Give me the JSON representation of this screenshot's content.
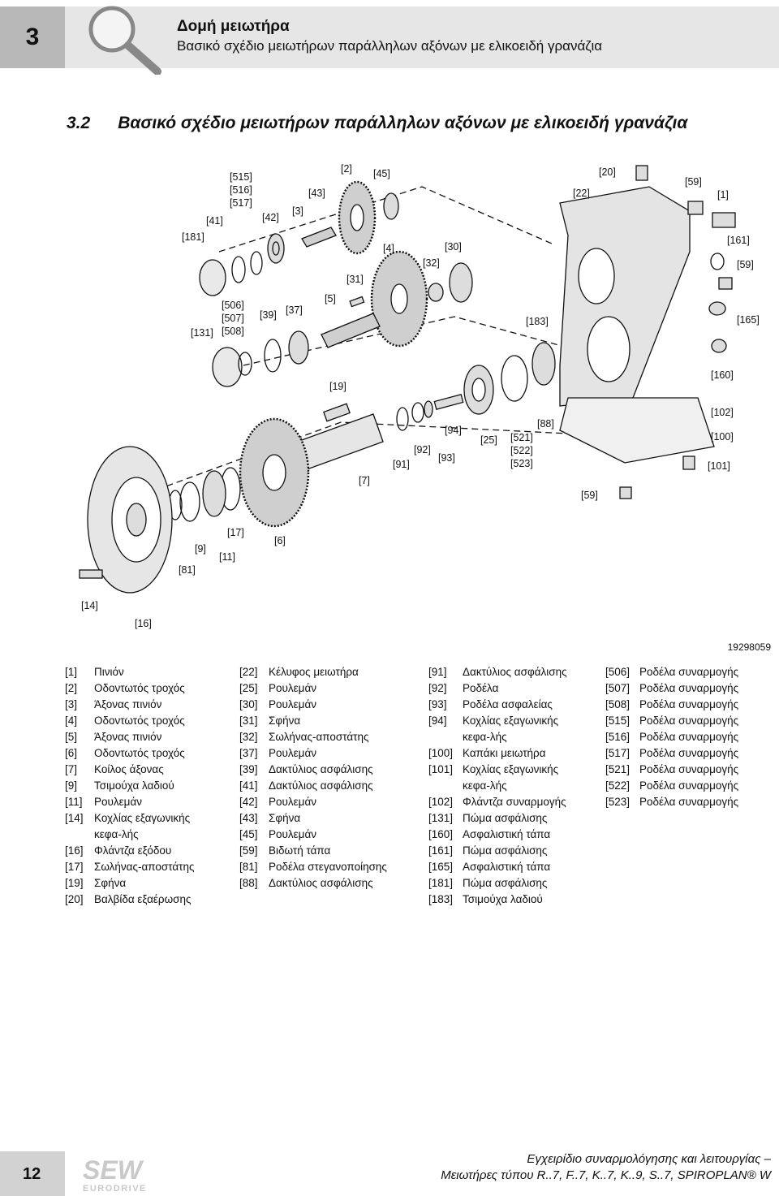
{
  "header": {
    "chapter_number": "3",
    "title": "Δομή μειωτήρα",
    "subtitle": "Βασικό σχέδιο μειωτήρων παράλληλων αξόνων με ελικοειδή γρανάζια"
  },
  "section": {
    "number": "3.2",
    "title": "Βασικό σχέδιο μειωτήρων παράλληλων αξόνων με ελικοειδή γρανάζια"
  },
  "drawing": {
    "figure_number": "19298059",
    "labels": [
      "[515]",
      "[516]",
      "[517]",
      "[2]",
      "[45]",
      "[43]",
      "[42]",
      "[3]",
      "[41]",
      "[181]",
      "[4]",
      "[32]",
      "[30]",
      "[31]",
      "[5]",
      "[506]",
      "[507]",
      "[508]",
      "[39]",
      "[37]",
      "[131]",
      "[183]",
      "[20]",
      "[22]",
      "[59]",
      "[1]",
      "[161]",
      "[59]",
      "[165]",
      "[160]",
      "[19]",
      "[88]",
      "[94]",
      "[92]",
      "[93]",
      "[91]",
      "[25]",
      "[521]",
      "[522]",
      "[523]",
      "[102]",
      "[100]",
      "[101]",
      "[59]",
      "[7]",
      "[17]",
      "[9]",
      "[11]",
      "[81]",
      "[6]",
      "[14]",
      "[16]"
    ]
  },
  "legend": {
    "col1": [
      {
        "code": "[1]",
        "desc": "Πινιόν"
      },
      {
        "code": "[2]",
        "desc": "Οδοντωτός τροχός"
      },
      {
        "code": "[3]",
        "desc": "Άξονας πινιόν"
      },
      {
        "code": "[4]",
        "desc": "Οδοντωτός τροχός"
      },
      {
        "code": "[5]",
        "desc": "Άξονας πινιόν"
      },
      {
        "code": "[6]",
        "desc": "Οδοντωτός τροχός"
      },
      {
        "code": "[7]",
        "desc": "Κοίλος άξονας"
      },
      {
        "code": "[9]",
        "desc": "Τσιμούχα λαδιού"
      },
      {
        "code": "[11]",
        "desc": "Ρουλεμάν"
      },
      {
        "code": "[14]",
        "desc": "Κοχλίας εξαγωνικής κεφα-λής"
      },
      {
        "code": "[16]",
        "desc": "Φλάντζα εξόδου"
      },
      {
        "code": "[17]",
        "desc": "Σωλήνας-αποστάτης"
      },
      {
        "code": "[19]",
        "desc": "Σφήνα"
      },
      {
        "code": "[20]",
        "desc": "Βαλβίδα εξαέρωσης"
      }
    ],
    "col2": [
      {
        "code": "[22]",
        "desc": "Κέλυφος μειωτήρα"
      },
      {
        "code": "[25]",
        "desc": "Ρουλεμάν"
      },
      {
        "code": "[30]",
        "desc": "Ρουλεμάν"
      },
      {
        "code": "[31]",
        "desc": "Σφήνα"
      },
      {
        "code": "[32]",
        "desc": "Σωλήνας-αποστάτης"
      },
      {
        "code": "[37]",
        "desc": "Ρουλεμάν"
      },
      {
        "code": "[39]",
        "desc": "Δακτύλιος ασφάλισης"
      },
      {
        "code": "[41]",
        "desc": "Δακτύλιος ασφάλισης"
      },
      {
        "code": "[42]",
        "desc": "Ρουλεμάν"
      },
      {
        "code": "[43]",
        "desc": "Σφήνα"
      },
      {
        "code": "[45]",
        "desc": "Ρουλεμάν"
      },
      {
        "code": "[59]",
        "desc": "Βιδωτή τάπα"
      },
      {
        "code": "[81]",
        "desc": "Ροδέλα στεγανοποίησης"
      },
      {
        "code": "[88]",
        "desc": "Δακτύλιος ασφάλισης"
      }
    ],
    "col3": [
      {
        "code": "[91]",
        "desc": "Δακτύλιος ασφάλισης"
      },
      {
        "code": "[92]",
        "desc": "Ροδέλα"
      },
      {
        "code": "[93]",
        "desc": "Ροδέλα ασφαλείας"
      },
      {
        "code": "[94]",
        "desc": "Κοχλίας εξαγωνικής κεφα-λής"
      },
      {
        "code": "[100]",
        "desc": "Καπάκι μειωτήρα"
      },
      {
        "code": "[101]",
        "desc": "Κοχλίας εξαγωνικής κεφα-λής"
      },
      {
        "code": "[102]",
        "desc": "Φλάντζα συναρμογής"
      },
      {
        "code": "[131]",
        "desc": "Πώμα ασφάλισης"
      },
      {
        "code": "[160]",
        "desc": "Ασφαλιστική τάπα"
      },
      {
        "code": "[161]",
        "desc": "Πώμα ασφάλισης"
      },
      {
        "code": "[165]",
        "desc": "Ασφαλιστική τάπα"
      },
      {
        "code": "[181]",
        "desc": "Πώμα ασφάλισης"
      },
      {
        "code": "[183]",
        "desc": "Τσιμούχα λαδιού"
      }
    ],
    "col4": [
      {
        "code": "[506]",
        "desc": "Ροδέλα συναρμογής"
      },
      {
        "code": "[507]",
        "desc": "Ροδέλα συναρμογής"
      },
      {
        "code": "[508]",
        "desc": "Ροδέλα συναρμογής"
      },
      {
        "code": "[515]",
        "desc": "Ροδέλα συναρμογής"
      },
      {
        "code": "[516]",
        "desc": "Ροδέλα συναρμογής"
      },
      {
        "code": "[517]",
        "desc": "Ροδέλα συναρμογής"
      },
      {
        "code": "[521]",
        "desc": "Ροδέλα συναρμογής"
      },
      {
        "code": "[522]",
        "desc": "Ροδέλα συναρμογής"
      },
      {
        "code": "[523]",
        "desc": "Ροδέλα συναρμογής"
      }
    ]
  },
  "footer": {
    "page_number": "12",
    "manual_title": "Εγχειρίδιο συναρμολόγησης και λειτουργίας –",
    "product_line": "Μειωτήρες τύπου R..7, F..7, K..7, K..9, S..7, SPIROPLAN® W",
    "logo_text": "SEW EURODRIVE"
  }
}
